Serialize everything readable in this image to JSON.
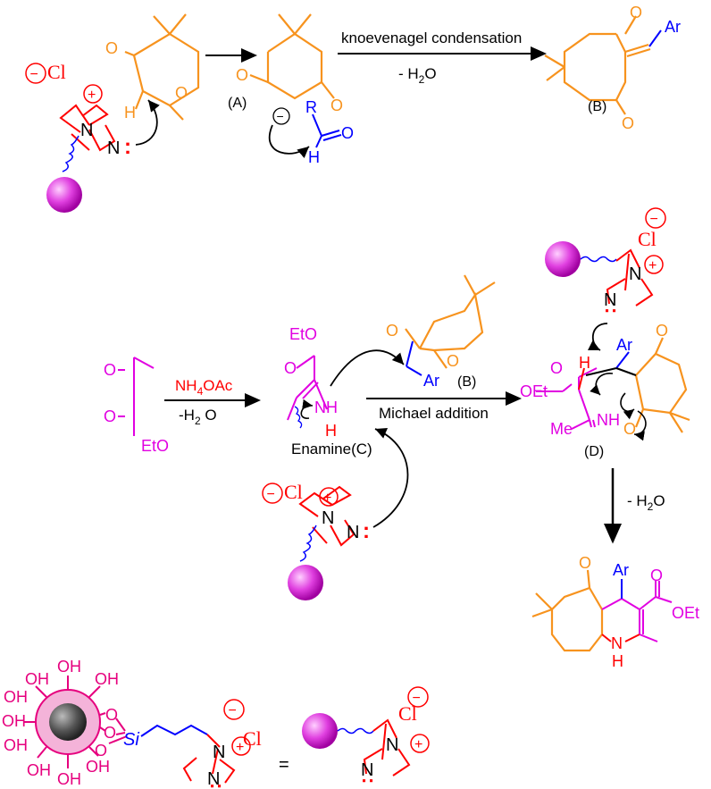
{
  "colors": {
    "orange": "#F7931E",
    "black": "#000000",
    "blue": "#0000FF",
    "red": "#FF0000",
    "magenta": "#E100E1",
    "pink": "#E6007E",
    "sphere": "#E040E0"
  },
  "labels": {
    "cl": "Cl",
    "o": "O",
    "h": "H",
    "n": "N",
    "r": "R",
    "ar": "Ar",
    "oh": "OH",
    "si": "Si",
    "eto": "EtO",
    "oet": "OEt",
    "me": "Me",
    "nh": "NH",
    "equals": "=",
    "plus": "+",
    "minus": "−",
    "lone_pair": ":",
    "label_a": "(A)",
    "label_b": "(B)",
    "label_d": "(D)"
  },
  "step1": {
    "knoevenagel": "knoevenagel condensation",
    "minus_water": "- H",
    "water_sub": "2",
    "water_o": "O"
  },
  "step2": {
    "reagent_nh4": "NH",
    "reagent_sub4": "4",
    "reagent_oac": "OAc",
    "minus_water": "-H",
    "water_sub": "2",
    "water_o": " O",
    "michael": "Michael addition",
    "enamine": "Enamine(C)"
  },
  "step3": {
    "minus_water": "- H",
    "water_sub": "2",
    "water_o": "O"
  }
}
